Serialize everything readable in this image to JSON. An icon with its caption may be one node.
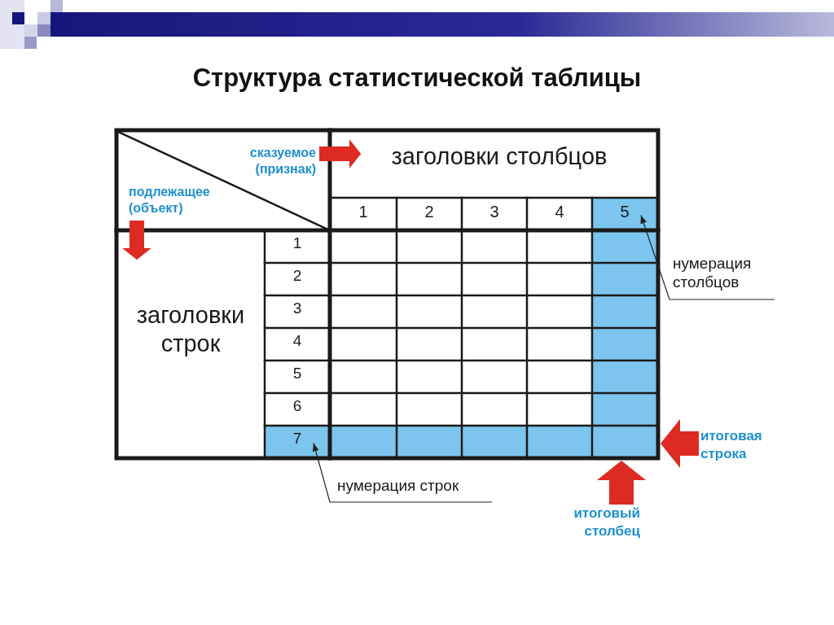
{
  "diagram": {
    "title": "Структура статистической таблицы",
    "nodes": [
      {
        "text": [
          "сказуемое (признак)"
        ]
      },
      {
        "text": [
          "заголовки столбцов"
        ]
      },
      {
        "text": [
          "подлежащее (объект)"
        ]
      },
      {
        "text": [],
        "shape": "bar"
      },
      {
        "text": [
          "1"
        ]
      },
      {
        "text": [
          "2"
        ]
      },
      {
        "text": [
          "3"
        ]
      },
      {
        "text": [
          "4"
        ]
      },
      {
        "text": [
          "5"
        ],
        "in": 3
      },
      {
        "text": [
          "заголовки строк"
        ]
      },
      {
        "text": [],
        "shape": "bar"
      },
      {
        "text": [
          "1"
        ]
      },
      {
        "text": [
          "2"
        ]
      },
      {
        "text": [
          "3"
        ]
      },
      {
        "text": [
          "4"
        ]
      },
      {
        "text": [
          "5"
        ]
      },
      {
        "text": [
          "6"
        ]
      },
      {
        "text": [
          "7"
        ],
        "in": 10
      },
      {
        "text": [
          "нумерация столбцов"
        ]
      },
      {
        "text": [
          "итоговая строка"
        ]
      },
      {
        "text": [
          "нумерация строк"
        ]
      },
      {
        "text": [
          "итоговый столбец"
        ]
      }
    ],
    "edges": [
      {
        "from": 0,
        "to": 1,
        "arrow": "to"
      },
      {
        "from": 2,
        "to": 9,
        "arrow": "to"
      },
      {
        "from": 18,
        "to": 8,
        "arrow": "to",
        "color": "#222222"
      },
      {
        "from": 19,
        "to": 10,
        "arrow": "to"
      },
      {
        "from": 20,
        "to": 17,
        "arrow": "to",
        "color": "#222222"
      },
      {
        "from": 21,
        "to": 3,
        "arrow": "to"
      }
    ]
  }
}
